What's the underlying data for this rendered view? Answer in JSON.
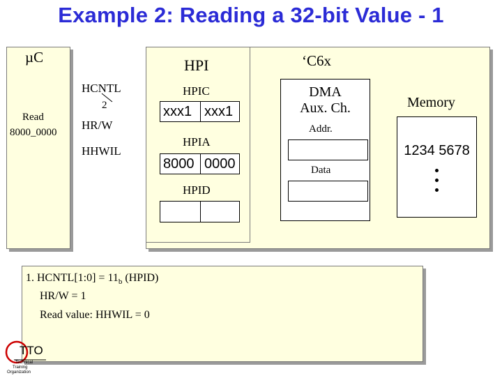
{
  "slide": {
    "title": "Example 2: Reading a 32-bit Value - 1"
  },
  "uc": {
    "label": "µC",
    "read_line1": "Read",
    "read_line2": "8000_0000"
  },
  "signals": {
    "hcntl": "HCNTL",
    "bus_width": "2",
    "hrw": "HR/W",
    "hhwil": "HHWIL"
  },
  "c6x": {
    "label": "‘C6x"
  },
  "hpi": {
    "label": "HPI",
    "hpic_label": "HPIC",
    "hpic_value_hi": "xxx1",
    "hpic_value_lo": "xxx1",
    "hpia_label": "HPIA",
    "hpia_value_hi": "8000",
    "hpia_value_lo": "0000",
    "hpid_label": "HPID",
    "hpid_value_hi": "",
    "hpid_value_lo": ""
  },
  "dma": {
    "title_line1": "DMA",
    "title_line2": "Aux. Ch.",
    "addr_label": "Addr.",
    "addr_value": "",
    "data_label": "Data",
    "data_value": ""
  },
  "memory": {
    "label": "Memory",
    "value": "1234 5678"
  },
  "note": {
    "line1_prefix": "1. HCNTL[1:0] = 11",
    "line1_sub": "b",
    "line1_suffix": " (HPID)",
    "line2": "HR/W = 1",
    "line3": "Read value: HHWIL = 0"
  },
  "logo": {
    "main": "TTO",
    "line1": "Technical",
    "line2": "Training",
    "line3": "Organization",
    "color": "#cc0000"
  },
  "colors": {
    "title": "#2b2bd6",
    "panel": "#ffffe0",
    "shadow": "#9a9a9a"
  }
}
